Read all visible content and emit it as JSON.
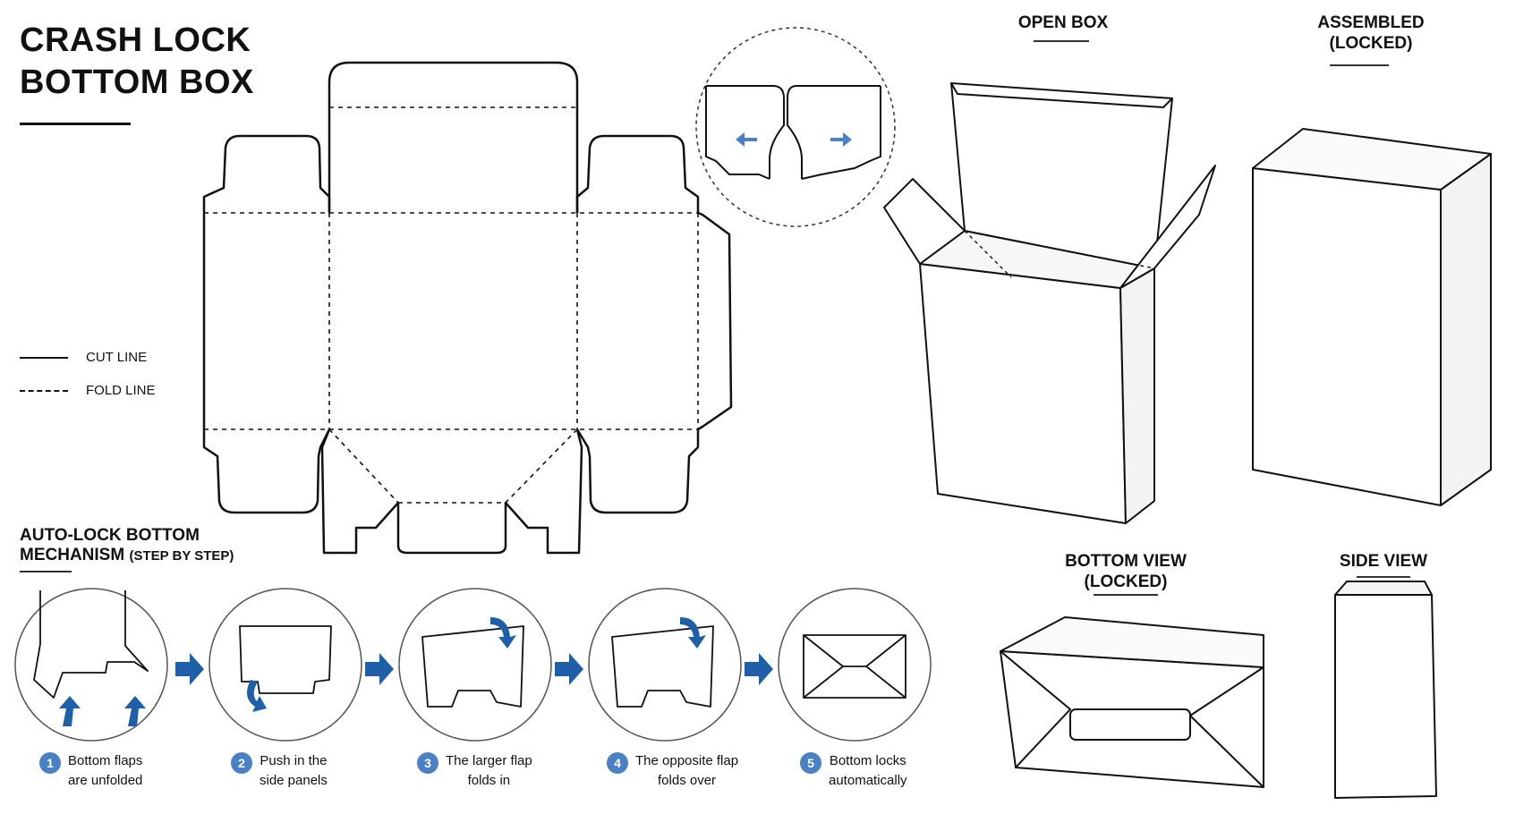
{
  "title_lines": [
    "CRASH LOCK",
    "BOTTOM BOX"
  ],
  "legend": {
    "cut": "CUT LINE",
    "fold": "FOLD LINE"
  },
  "section": {
    "heading": "AUTO-LOCK BOTTOM",
    "heading2": "MECHANISM",
    "sub": "(STEP BY STEP)"
  },
  "views": {
    "open": "OPEN BOX",
    "assembled_1": "ASSEMBLED",
    "assembled_2": "(LOCKED)",
    "bottom_1": "BOTTOM VIEW",
    "bottom_2": "(LOCKED)",
    "side": "SIDE VIEW"
  },
  "steps": [
    {
      "num": "1",
      "line1": "Bottom flaps",
      "line2": "are unfolded"
    },
    {
      "num": "2",
      "line1": "Push in the",
      "line2": "side panels"
    },
    {
      "num": "3",
      "line1": "The larger flap",
      "line2": "folds in"
    },
    {
      "num": "4",
      "line1": "The opposite flap",
      "line2": "folds over"
    },
    {
      "num": "5",
      "line1": "Bottom locks",
      "line2": "automatically"
    }
  ],
  "colors": {
    "accent": "#1f5fa8",
    "step_badge": "#4a80c4",
    "line": "#111111"
  }
}
